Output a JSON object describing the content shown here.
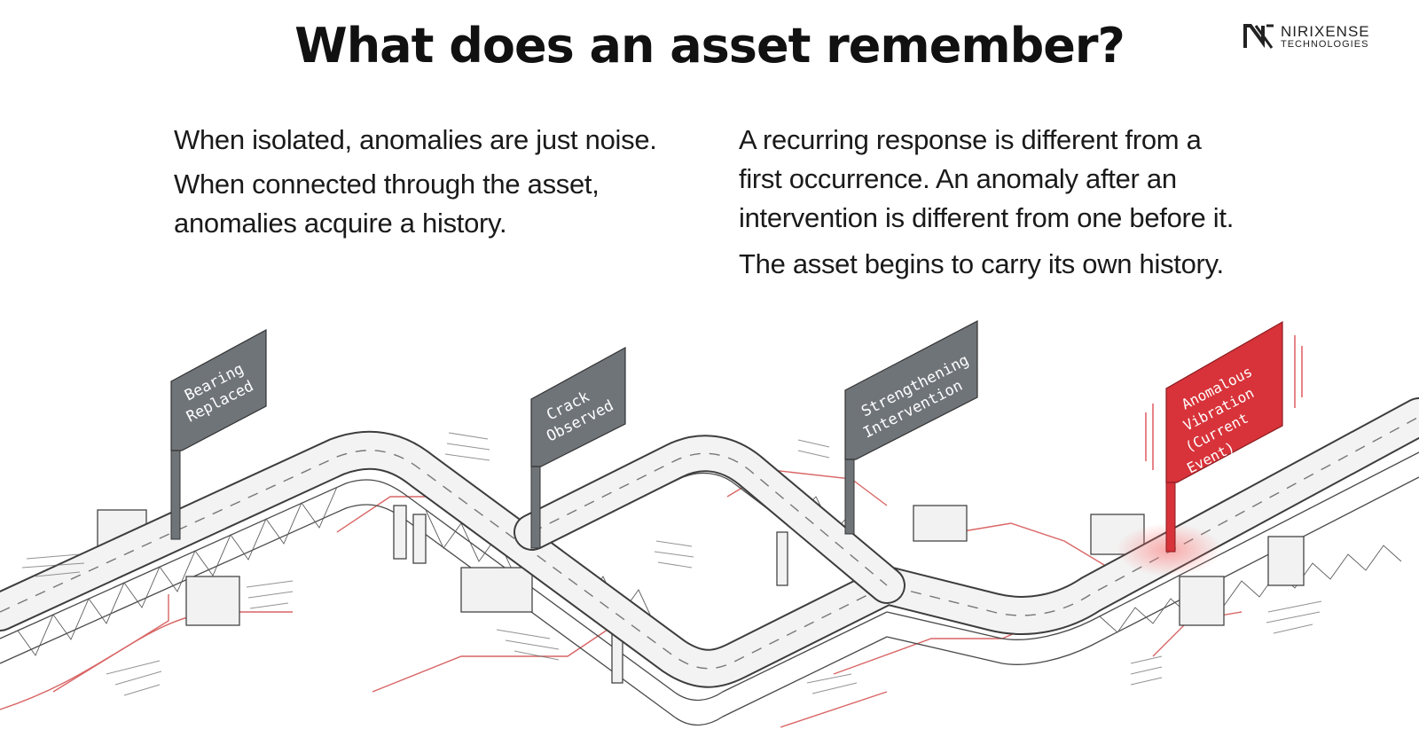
{
  "title": "What does an asset remember?",
  "logo": {
    "line1": "NIRIXENSE",
    "line2": "TECHNOLOGIES"
  },
  "left_text": [
    "When isolated, anomalies are just noise.",
    "When connected through the asset,",
    "anomalies acquire a history."
  ],
  "right_text": [
    "A recurring response is different from a",
    "first occurrence. An anomaly after an",
    "intervention is different from one before it.",
    "The asset begins to carry its own history."
  ],
  "signs": [
    {
      "line1": "Bearing",
      "line2": "Replaced",
      "line3": "",
      "line4": "",
      "highlight": false
    },
    {
      "line1": "Crack",
      "line2": "Observed",
      "line3": "",
      "line4": "",
      "highlight": false
    },
    {
      "line1": "Strengthening",
      "line2": "Intervention",
      "line3": "",
      "line4": "",
      "highlight": false
    },
    {
      "line1": "Anomalous",
      "line2": "Vibration",
      "line3": "(Current",
      "line4": "Event)",
      "highlight": true
    }
  ],
  "colors": {
    "sign_gray": "#6f7479",
    "sign_red": "#d8333a",
    "wire_red": "#d24a4a",
    "structure": "#3d3d3d"
  }
}
